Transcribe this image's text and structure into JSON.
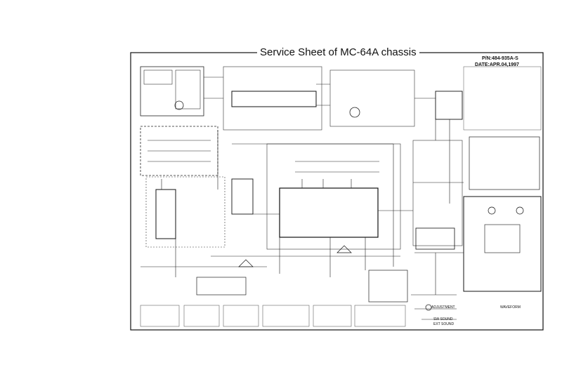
{
  "title": "Service Sheet of MC-64A chassis",
  "part_number": "P/N:484-935A-S",
  "date": "DATE:APR.04,1997",
  "legend": {
    "adjustment": "ADJUSTMENT",
    "waveform": "WAVEFORM",
    "sw_sound": "SW SOUND",
    "ext_sound": "EXT SOUND"
  },
  "colors": {
    "ink": "#111111",
    "paper": "#ffffff"
  }
}
